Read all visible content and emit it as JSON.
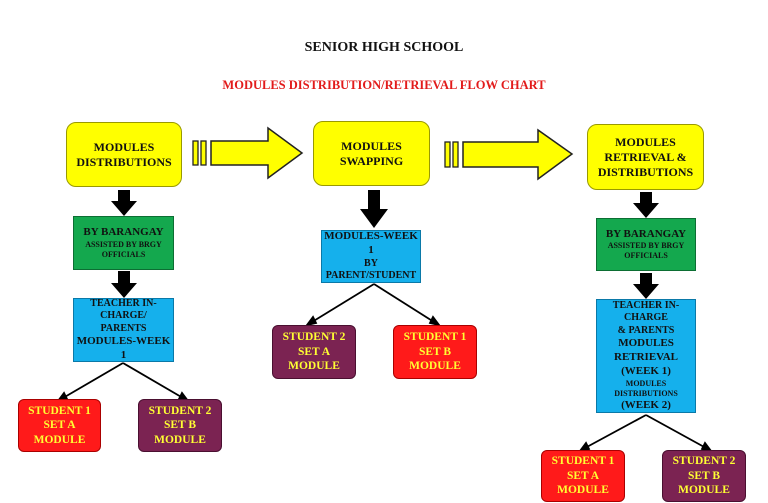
{
  "header": {
    "title": "SENIOR HIGH SCHOOL",
    "subtitle": "MODULES DISTRIBUTION/RETRIEVAL FLOW CHART"
  },
  "col1": {
    "head": [
      "MODULES",
      "DISTRIBUTIONS"
    ],
    "barangay": [
      "BY BARANGAY",
      "ASSISTED BY BRGY OFFICIALS"
    ],
    "teacher": [
      "TEACHER IN-CHARGE/",
      "PARENTS",
      "MODULES-WEEK 1"
    ],
    "student_left": [
      "STUDENT 1",
      "SET A MODULE"
    ],
    "student_right": [
      "STUDENT 2",
      "SET B MODULE"
    ]
  },
  "col2": {
    "head": [
      "MODULES",
      "SWAPPING"
    ],
    "week": [
      "MODULES-WEEK 1",
      "BY PARENT/STUDENT"
    ],
    "student_left": [
      "STUDENT 2",
      "SET A MODULE"
    ],
    "student_right": [
      "STUDENT 1",
      "SET B MODULE"
    ]
  },
  "col3": {
    "head": [
      "MODULES",
      "RETRIEVAL &",
      "DISTRIBUTIONS"
    ],
    "barangay": [
      "BY BARANGAY",
      "ASSISTED BY BRGY OFFICIALS"
    ],
    "teacher": [
      "TEACHER IN-CHARGE",
      "& PARENTS",
      "MODULES RETRIEVAL",
      "(WEEK 1)",
      "MODULES DISTRIBUTIONS",
      "(WEEK 2)"
    ],
    "student_left": [
      "STUDENT 1",
      "SET A MODULE"
    ],
    "student_right": [
      "STUDENT 2",
      "SET B MODULE"
    ]
  },
  "colors": {
    "head": "#ffff00",
    "barangay": "#14a84e",
    "teacher": "#15b0ec",
    "student_red": "#ff1a1a",
    "student_purple": "#7b2352",
    "subtitle": "#e21b1b"
  }
}
